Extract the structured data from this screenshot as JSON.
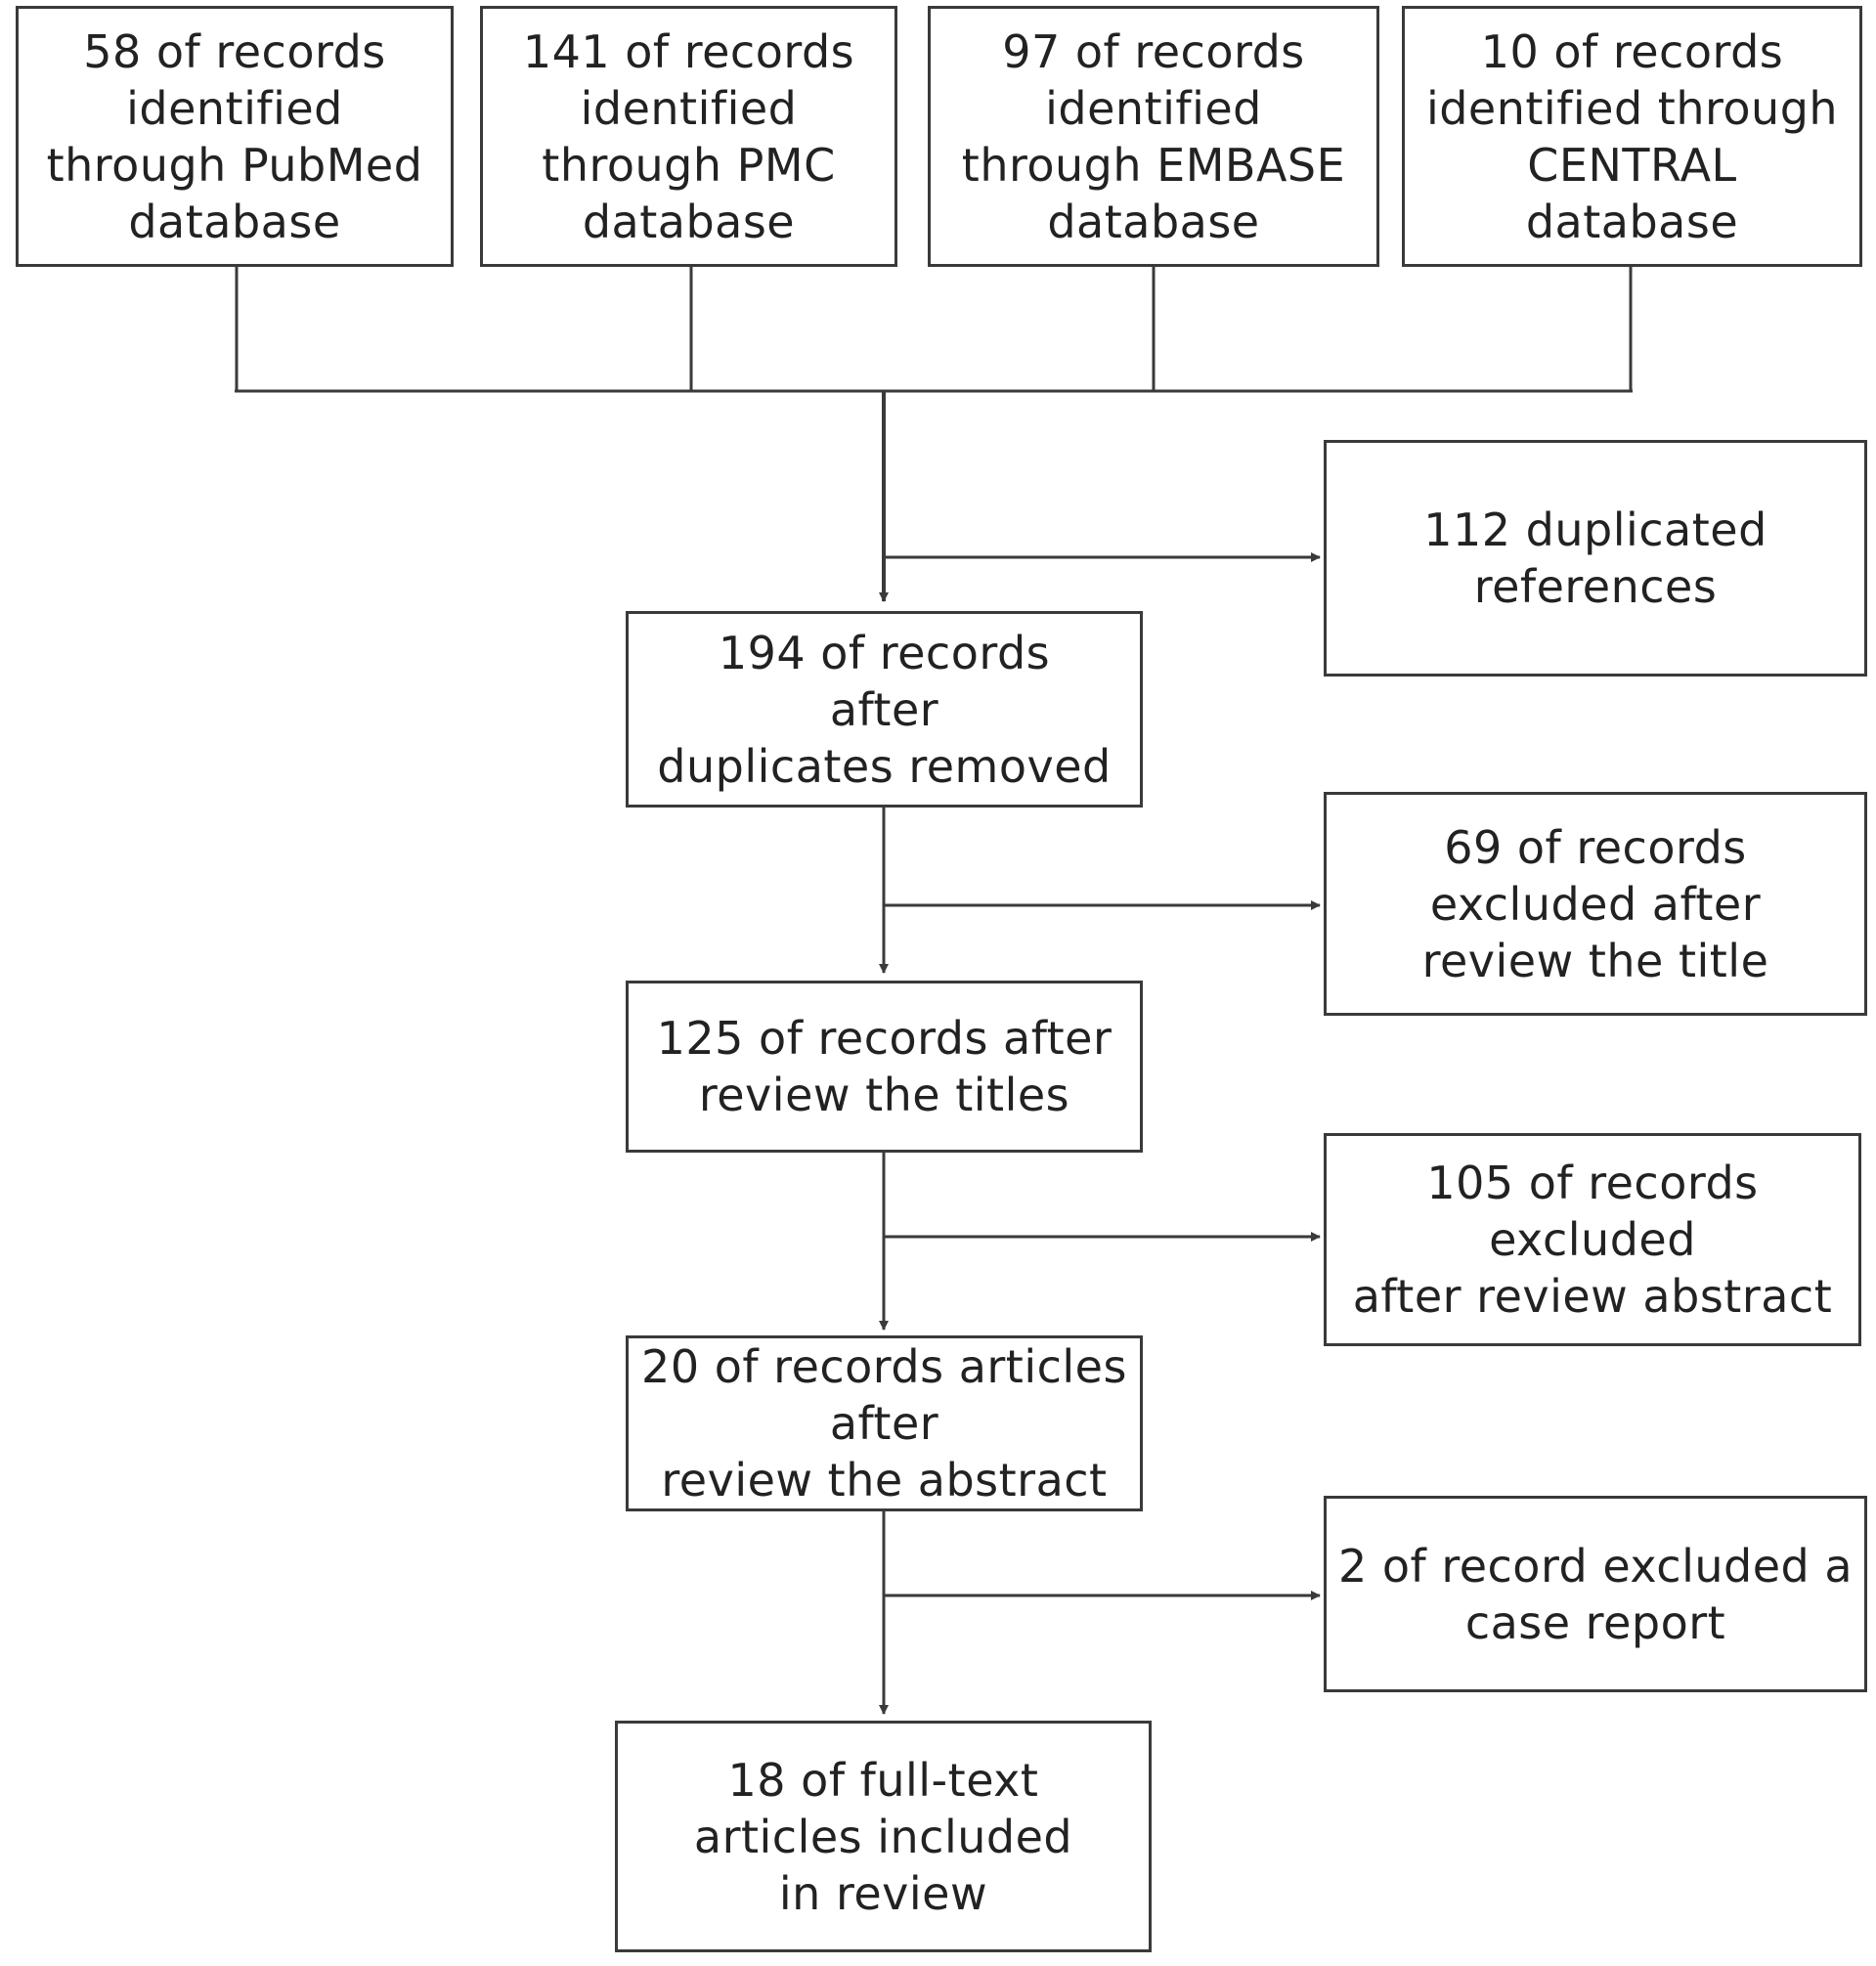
{
  "diagram": {
    "sources": [
      {
        "id": "pubmed",
        "text": "58 of records\nidentified\nthrough PubMed\ndatabase"
      },
      {
        "id": "pmc",
        "text": "141 of records\nidentified\nthrough PMC\ndatabase"
      },
      {
        "id": "embase",
        "text": "97 of records\nidentified\nthrough EMBASE\ndatabase"
      },
      {
        "id": "central",
        "text": "10 of records\nidentified through\nCENTRAL\ndatabase"
      }
    ],
    "steps": [
      {
        "id": "after-duplicates",
        "text": "194 of records\nafter\nduplicates removed"
      },
      {
        "id": "after-titles",
        "text": "125 of records after\nreview the titles"
      },
      {
        "id": "after-abstract",
        "text": "20 of records articles\nafter\nreview the abstract"
      },
      {
        "id": "included",
        "text": "18 of full-text\narticles included\nin  review"
      }
    ],
    "exclusions": [
      {
        "id": "duplicated",
        "text": "112 duplicated\nreferences"
      },
      {
        "id": "excluded-title",
        "text": "69 of records\nexcluded after\nreview the title"
      },
      {
        "id": "excluded-abstract",
        "text": "105  of records\nexcluded\nafter review abstract"
      },
      {
        "id": "excluded-case-report",
        "text": "2 of record excluded a\ncase report"
      }
    ]
  },
  "colors": {
    "line": "#3a3a3a",
    "text": "#222222",
    "background": "#ffffff"
  }
}
